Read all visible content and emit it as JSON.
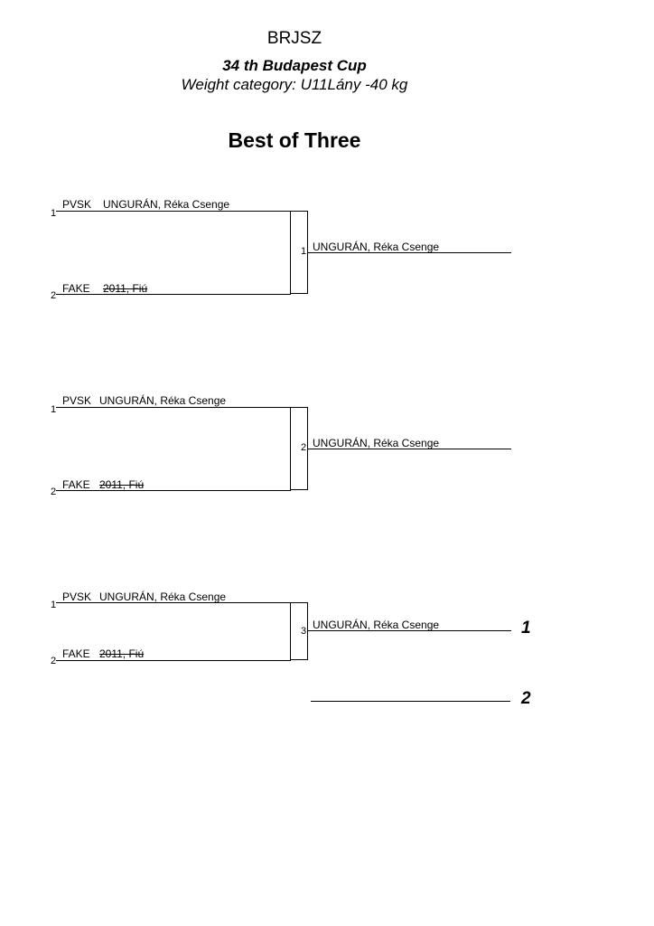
{
  "header": {
    "organization": "BRJSZ",
    "event": "34 th Budapest Cup",
    "weight_category": "Weight category: U11Lány -40 kg",
    "format_title": "Best of Three"
  },
  "bouts": [
    {
      "number": "1",
      "athlete1": {
        "slot": "1",
        "club": "PVSK",
        "name": "UNGURÁN, Réka Csenge"
      },
      "athlete2": {
        "slot": "2",
        "club": "FAKE",
        "name": "2011, Fiú"
      },
      "winner": "UNGURÁN, Réka Csenge"
    },
    {
      "number": "2",
      "athlete1": {
        "slot": "1",
        "club": "PVSK",
        "name": "UNGURÁN, Réka Csenge"
      },
      "athlete2": {
        "slot": "2",
        "club": "FAKE",
        "name": "2011, Fiú"
      },
      "winner": "UNGURÁN, Réka Csenge"
    },
    {
      "number": "3",
      "athlete1": {
        "slot": "1",
        "club": "PVSK",
        "name": "UNGURÁN, Réka Csenge"
      },
      "athlete2": {
        "slot": "2",
        "club": "FAKE",
        "name": "2011, Fiú"
      },
      "winner": "UNGURÁN, Réka Csenge"
    }
  ],
  "placings": [
    {
      "rank": "1",
      "name": ""
    },
    {
      "rank": "2",
      "name": ""
    }
  ]
}
